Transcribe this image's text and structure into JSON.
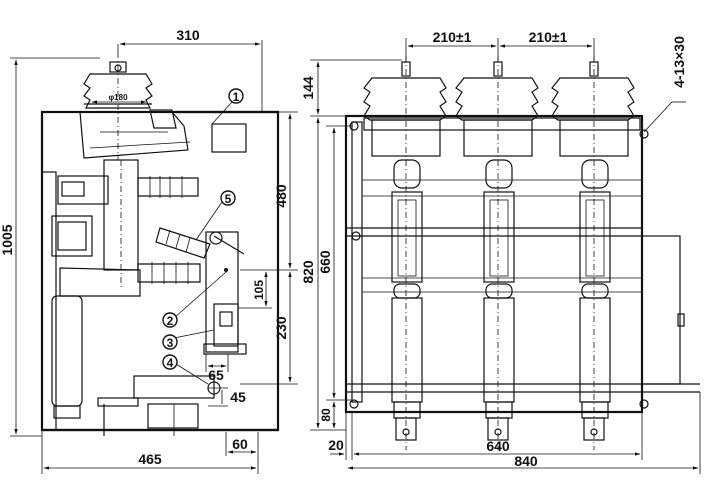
{
  "side_view": {
    "dims": {
      "width_top": "310",
      "height_total": "1005",
      "height_upper": "480",
      "height_mid": "105",
      "height_lower": "230",
      "width_65": "65",
      "height_45": "45",
      "width_60": "60",
      "width_bottom": "465",
      "bushing_dia": "φ180"
    },
    "callouts": [
      "1",
      "5",
      "2",
      "3",
      "4"
    ]
  },
  "front_view": {
    "dims": {
      "pitch_left": "210±1",
      "pitch_right": "210±1",
      "holes": "4-13×30",
      "height_144": "144",
      "height_820": "820",
      "height_660": "660",
      "height_80": "80",
      "width_20": "20",
      "width_640": "640",
      "width_840": "840"
    }
  }
}
